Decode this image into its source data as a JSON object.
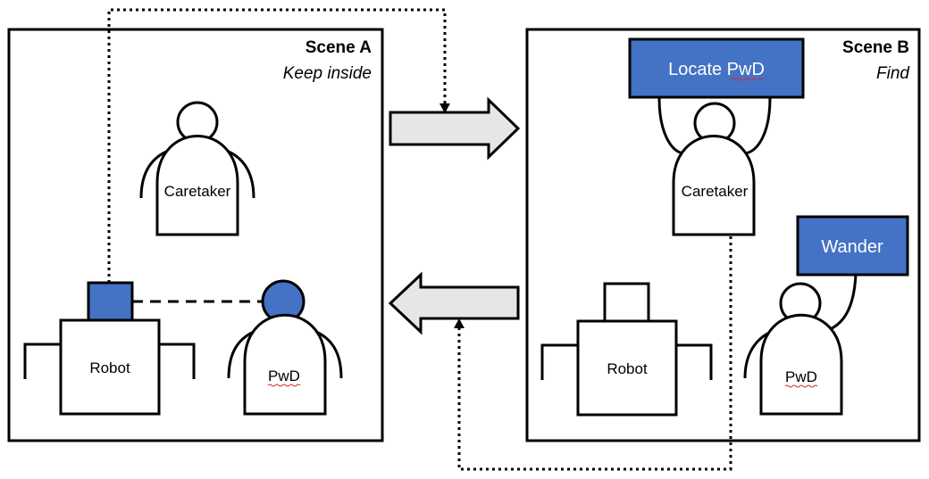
{
  "scene_a": {
    "title": "Scene A",
    "subtitle": "Keep inside"
  },
  "scene_b": {
    "title": "Scene B",
    "subtitle": "Find"
  },
  "figures": {
    "caretaker_a": "Caretaker",
    "robot_a": "Robot",
    "pwd_a": "PwD",
    "caretaker_b": "Caretaker",
    "robot_b": "Robot",
    "pwd_b": "PwD"
  },
  "actions": {
    "locate": "Locate PwD",
    "wander": "Wander"
  },
  "colors": {
    "accent_blue": "#4472C4",
    "arrow_fill": "#E7E6E6",
    "stroke": "#000000",
    "spellcheck_underline": "#d03030"
  }
}
